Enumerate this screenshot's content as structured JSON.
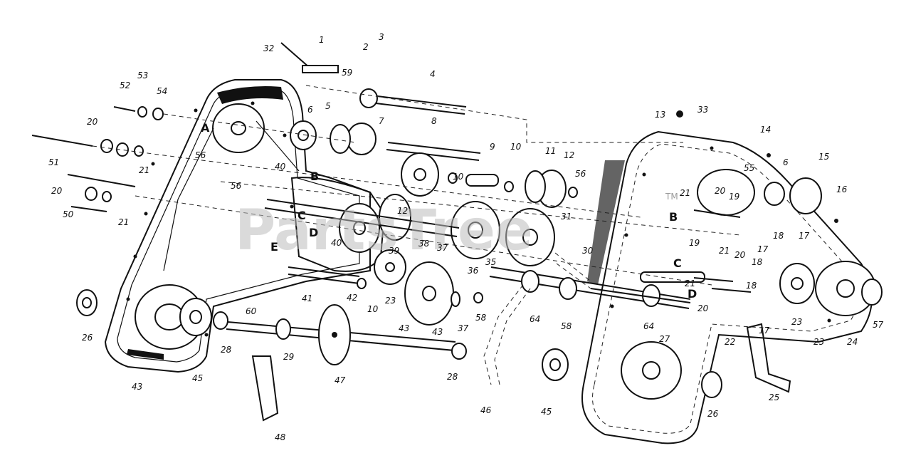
{
  "watermark": {
    "text": "PartsTree",
    "trademark": "TM"
  },
  "section_markers": [
    "A",
    "B",
    "B",
    "C",
    "C",
    "D",
    "D",
    "E"
  ],
  "callouts": [
    "32",
    "1",
    "3",
    "2",
    "59",
    "4",
    "53",
    "52",
    "54",
    "5",
    "6",
    "7",
    "8",
    "20",
    "21",
    "56",
    "9",
    "10",
    "11",
    "12",
    "51",
    "40",
    "56",
    "20",
    "21",
    "50",
    "12",
    "10",
    "31",
    "56",
    "30",
    "39",
    "38",
    "37",
    "40",
    "36",
    "35",
    "23",
    "41",
    "42",
    "10",
    "43",
    "43",
    "37",
    "58",
    "64",
    "58",
    "26",
    "60",
    "29",
    "28",
    "47",
    "45",
    "43",
    "28",
    "46",
    "45",
    "48",
    "13",
    "33",
    "14",
    "15",
    "55",
    "6",
    "21",
    "20",
    "19",
    "16",
    "18",
    "17",
    "21",
    "20",
    "19",
    "17",
    "18",
    "23",
    "24",
    "57",
    "21",
    "20",
    "18",
    "17",
    "27",
    "64",
    "22",
    "23",
    "25",
    "26"
  ],
  "colors": {
    "ink": "#111111",
    "paper": "#ffffff",
    "watermark": "#bdbdbd"
  }
}
